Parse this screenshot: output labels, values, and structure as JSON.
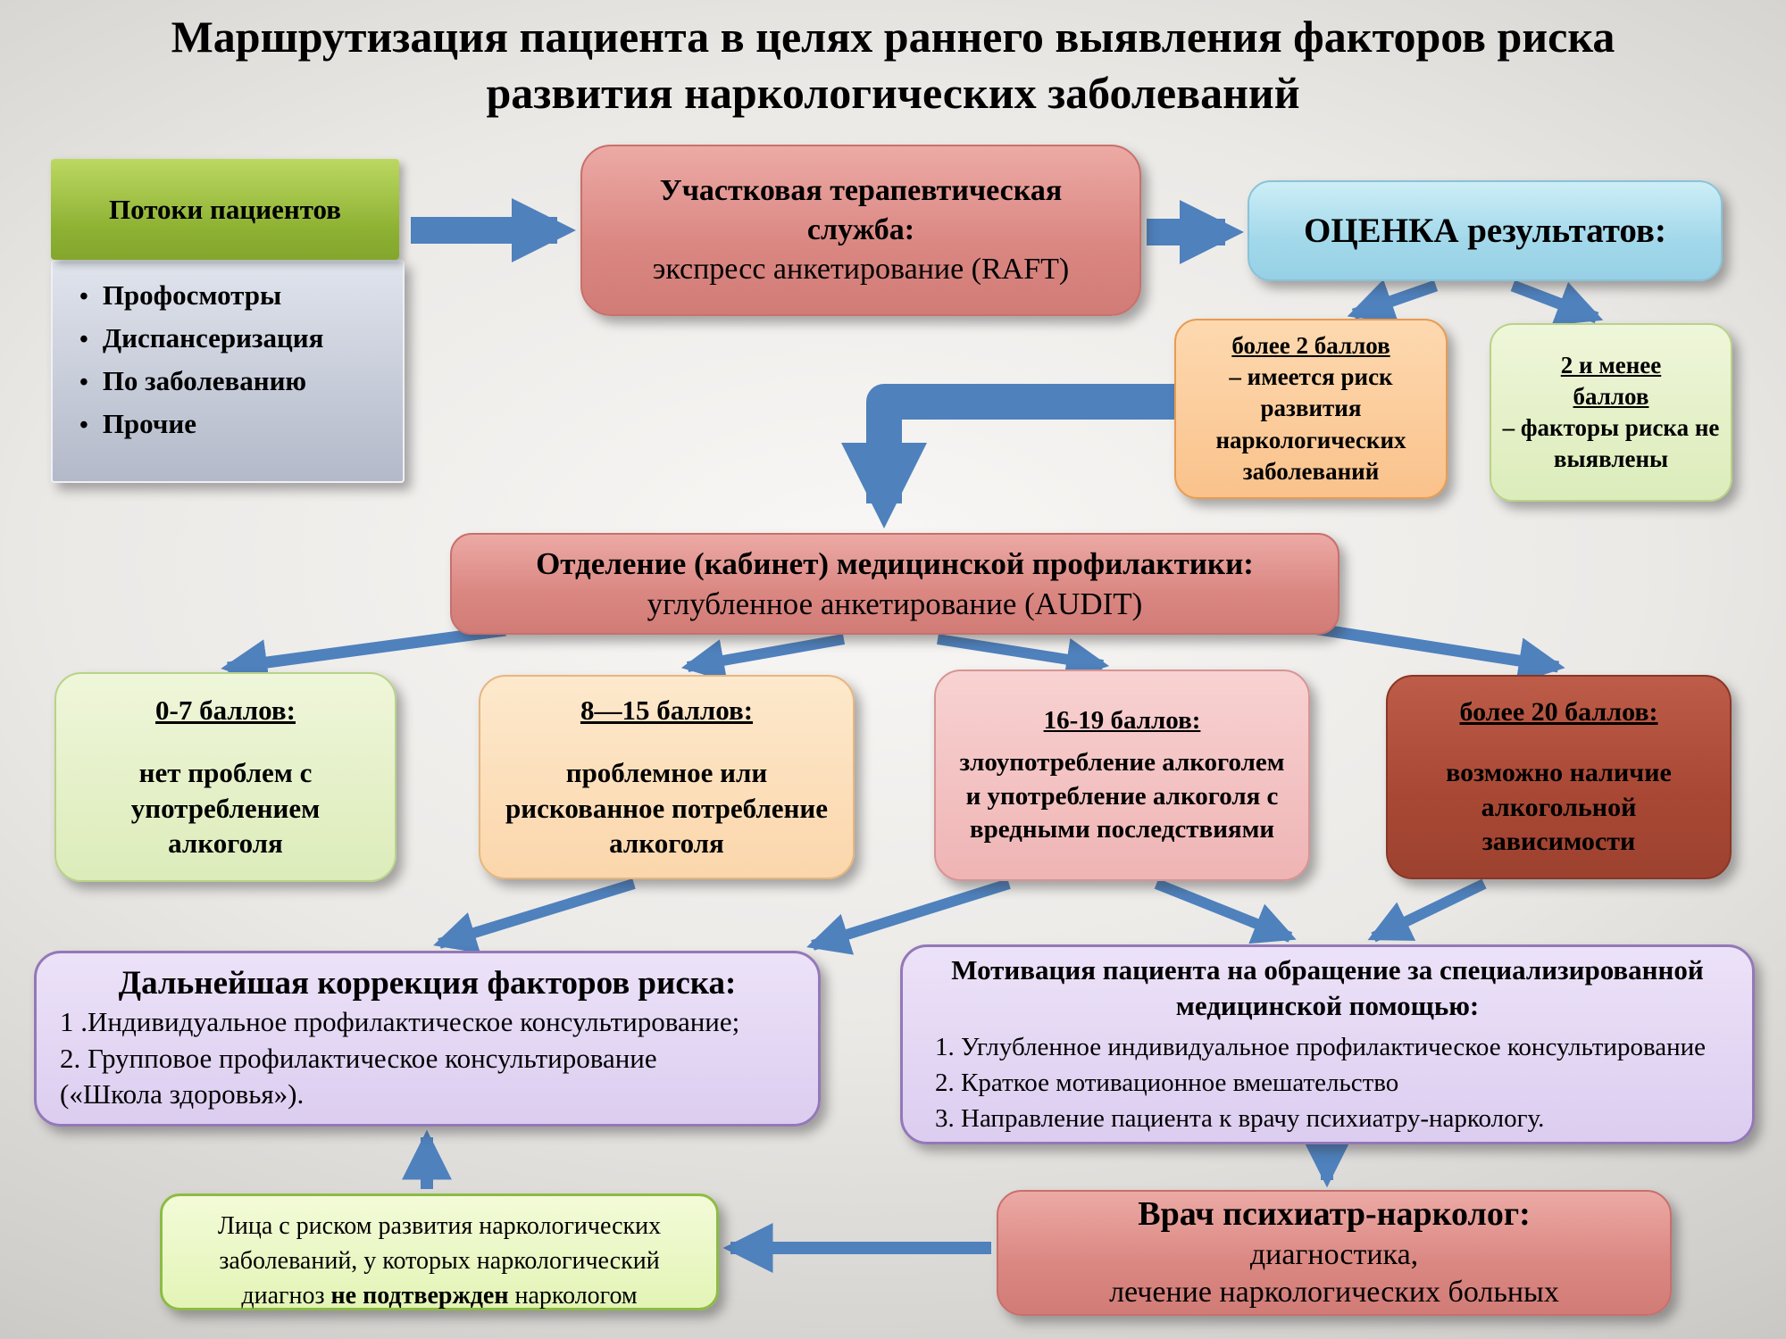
{
  "title": "Маршрутизация пациента в целях раннего выявления факторов риска\nразвития наркологических заболеваний",
  "flows": {
    "header": "Потоки пациентов",
    "items": [
      "Профосмотры",
      "Диспансеризация",
      "По заболеванию",
      "Прочие"
    ]
  },
  "therapeutic": {
    "title": "Участковая терапевтическая служба:",
    "subtitle": "экспресс анкетирование (RAFT)"
  },
  "evaluation": {
    "title": "ОЦЕНКА результатов:"
  },
  "score_high": {
    "title": "более 2 баллов",
    "body": "– имеется риск развития наркологических заболеваний"
  },
  "score_low": {
    "title": "2 и менее баллов",
    "body": "– факторы риска не выявлены"
  },
  "prevention": {
    "title": "Отделение (кабинет) медицинской профилактики:",
    "subtitle": "углубленное анкетирование (AUDIT)"
  },
  "audit_results": [
    {
      "title": "0-7 баллов:",
      "body": "нет проблем с употреблением алкоголя"
    },
    {
      "title": "8—15 баллов:",
      "body": "проблемное или рискованное потребление алкоголя"
    },
    {
      "title": "16-19 баллов:",
      "body": "злоупотребление алкоголем и употребление алкоголя с вредными последствиями"
    },
    {
      "title": "более 20 баллов:",
      "body": "возможно наличие алкогольной зависимости"
    }
  ],
  "correction": {
    "title": "Дальнейшая коррекция факторов риска:",
    "lines": [
      "1 .Индивидуальное профилактическое консультирование;",
      "2. Групповое профилактическое консультирование",
      "(«Школа здоровья»)."
    ]
  },
  "motivation": {
    "title": "Мотивация пациента на обращение за специализированной медицинской помощью:",
    "lines": [
      "1. Углубленное индивидуальное профилактическое консультирование",
      "2. Краткое мотивационное вмешательство",
      "3. Направление пациента к врачу психиатру-наркологу."
    ]
  },
  "narcologist": {
    "title": "Врач психиатр-нарколог:",
    "line1": "диагностика,",
    "line2": "лечение наркологических больных"
  },
  "unconfirmed": {
    "before": "Лица с риском развития наркологических заболеваний, у которых наркологический диагноз ",
    "bold": "не подтвержден",
    "after": " наркологом"
  },
  "colors": {
    "arrow_blue": "#4f81bd",
    "node_rose": "#dd8a85",
    "node_blue": "#a8dcec",
    "node_orange": "#fbc890",
    "node_green_light": "#e3efc4",
    "node_peach": "#fbd9b0",
    "node_pink": "#f2bcbc",
    "node_dark_red": "#a84834",
    "node_purple": "#e2d4f2",
    "node_bright_green": "#e9f7c0",
    "node_flows_green": "#8db133"
  }
}
